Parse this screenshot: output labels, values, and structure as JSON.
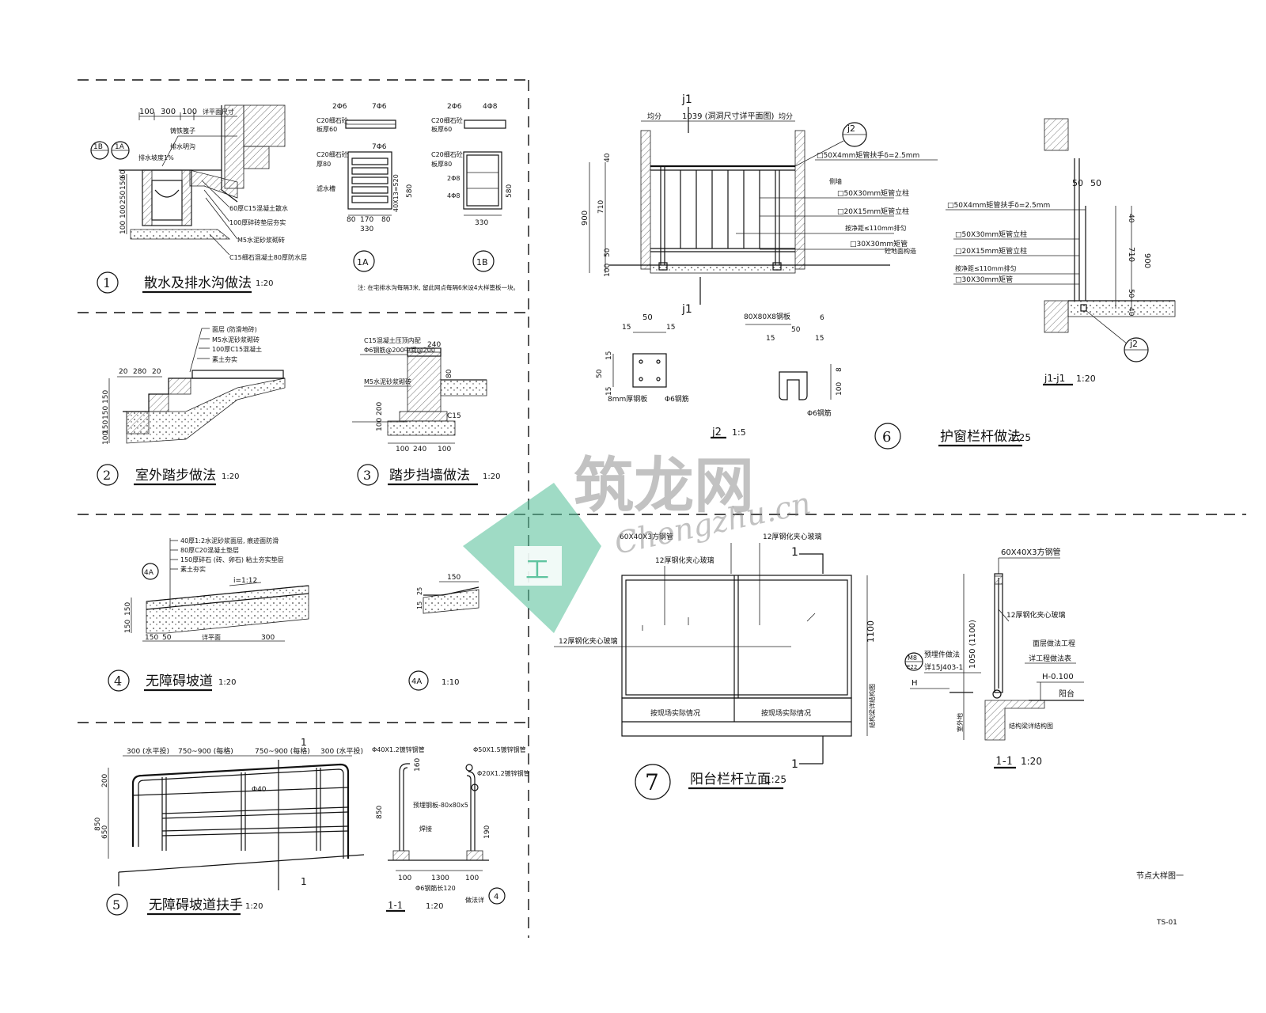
{
  "details": {
    "d1": {
      "num": "1",
      "title": "散水及排水沟做法",
      "scale": "1:20",
      "dims_top": [
        "100",
        "300",
        "100",
        "详平面尺寸"
      ],
      "dims_left": [
        "100",
        "100",
        "250",
        "150",
        "60"
      ],
      "tags": [
        "1B",
        "1A"
      ],
      "labels": [
        "铸铁篦子",
        "排水坡度1%",
        "排水明沟",
        "60厚C15混凝土散水",
        "100厚碎砖垫层夯实",
        "M5水泥砂浆砌砖",
        "C15细石混凝土80厚防水层"
      ],
      "sub_1a": {
        "tag": "1A",
        "labels": [
          "C20细石砼",
          "板厚60",
          "C20细石砼",
          "厚80",
          "滤水槽"
        ],
        "dims": [
          "2Φ6",
          "7Φ6",
          "7Φ6",
          "40X13=520",
          "580",
          "80",
          "170",
          "80",
          "330"
        ]
      },
      "sub_1b": {
        "tag": "1B",
        "labels": [
          "C20细石砼",
          "板厚60",
          "C20细石砼",
          "板厚80"
        ],
        "dims": [
          "2Φ6",
          "4Φ8",
          "2Φ8",
          "4Φ8",
          "580",
          "330"
        ]
      },
      "note": "注: 在宅排水沟每隔3米, 留此网点每隔6米设4大样篦板一块。"
    },
    "d2": {
      "num": "2",
      "title": "室外踏步做法",
      "scale": "1:20",
      "dims": [
        "20",
        "280",
        "20",
        "150",
        "150",
        "150",
        "100"
      ],
      "labels": [
        "面层 (防滑地砖)",
        "M5水泥砂浆砌砖",
        "100厚C15混凝土",
        "素土夯实"
      ]
    },
    "d3": {
      "num": "3",
      "title": "踏步挡墙做法",
      "scale": "1:20",
      "labels": [
        "C15混凝土压顶内配",
        "Φ6钢筋@200中间@200",
        "M5水泥砂浆砌砖",
        "C15"
      ],
      "dims": [
        "240",
        "80",
        "100",
        "240",
        "100",
        "200",
        "100"
      ]
    },
    "d4": {
      "num": "4",
      "title": "无障碍坡道",
      "scale": "1:20",
      "labels": [
        "40厚1:2水泥砂浆面层, 痕迹面防滑",
        "80厚C20混凝土垫层",
        "150厚碎石 (砖、卵石) 粘土夯实垫层",
        "素土夯实",
        "i=1:12"
      ],
      "dims": [
        "150",
        "50",
        "详平面",
        "300",
        "150",
        "150"
      ],
      "tag": "4A",
      "sub": {
        "tag": "4A",
        "scale": "1:10",
        "dims": [
          "150",
          "25",
          "15"
        ]
      }
    },
    "d5": {
      "num": "5",
      "title": "无障碍坡道扶手",
      "scale": "1:20",
      "dims_top": [
        "300 (水平投)",
        "750~900 (每格)",
        "750~900 (每格)",
        "300 (水平投)"
      ],
      "dims_left": [
        "200",
        "850",
        "650"
      ],
      "pipe": "Φ40",
      "section_mark": "1",
      "sec": {
        "title": "1-1",
        "scale": "1:20",
        "labels": [
          "Φ40X1.2镀锌钢管",
          "Φ50X1.5镀锌钢管",
          "Φ20X1.2镀锌钢管",
          "预埋钢板-80x80x5",
          "焊接",
          "Φ6钢筋长120",
          "做法详"
        ],
        "dims": [
          "160",
          "850",
          "190",
          "100",
          "100",
          "1300",
          "100"
        ],
        "ref": "4"
      }
    },
    "d6": {
      "num": "6",
      "title": "护窗栏杆做法",
      "scale": "1:25",
      "dims_top": [
        "均分",
        "1039 (洞洞尺寸详平面图)",
        "均分"
      ],
      "dims_left": [
        "40",
        "900",
        "710",
        "50",
        "100"
      ],
      "section_mark": "j1",
      "tag": "j2",
      "labels": [
        "□50X4mm矩管扶手δ=2.5mm",
        "侧墙",
        "□50X30mm矩管立柱",
        "□20X15mm矩管立柱",
        "按净距≤110mm排匀",
        "□30X30mm矩管",
        "砼地面构造"
      ],
      "j2": {
        "title": "j2",
        "scale": "1:5",
        "dims": [
          "15",
          "50",
          "15",
          "15",
          "50",
          "15",
          "15",
          "50",
          "15",
          "8",
          "100",
          "6"
        ],
        "labels": [
          "80X80X8钢板",
          "8mm厚钢板",
          "Φ6钢筋",
          "Φ6钢筋"
        ]
      },
      "j1": {
        "title": "j1-j1",
        "scale": "1:20",
        "dims": [
          "50",
          "50",
          "40",
          "710",
          "900",
          "50",
          "40"
        ],
        "labels": [
          "□50X4mm矩管扶手δ=2.5mm",
          "□50X30mm矩管立柱",
          "□20X15mm矩管立柱",
          "按净距≤110mm排匀",
          "□30X30mm矩管"
        ],
        "tag": "j2"
      }
    },
    "d7": {
      "num": "7",
      "title": "阳台栏杆立面",
      "scale": "1:25",
      "labels": [
        "60X40X3方钢管",
        "12厚钢化夹心玻璃",
        "12厚钢化夹心玻璃",
        "12厚钢化夹心玻璃",
        "按现场实际情况",
        "按现场实际情况",
        "结构梁详结构图"
      ],
      "dims": [
        "1100"
      ],
      "section_mark": "1",
      "sec": {
        "title": "1-1",
        "scale": "1:20",
        "labels": [
          "60X40X3方钢管",
          "12厚钢化夹心玻璃",
          "预埋件做法",
          "详15J403-1",
          "面层做法工程",
          "详工程做法表",
          "H-0.100",
          "阳台",
          "结构梁详结构图",
          "室外地"
        ],
        "dims": [
          "1050 (1100)"
        ],
        "tag_top": "M8",
        "tag_bot": "E22",
        "h": "H"
      }
    }
  },
  "watermark": {
    "cn": "筑龙网",
    "en": "Chongzhu.cn",
    "house": "工"
  },
  "sheet": {
    "title": "节点大样图一",
    "code": "TS-01"
  }
}
